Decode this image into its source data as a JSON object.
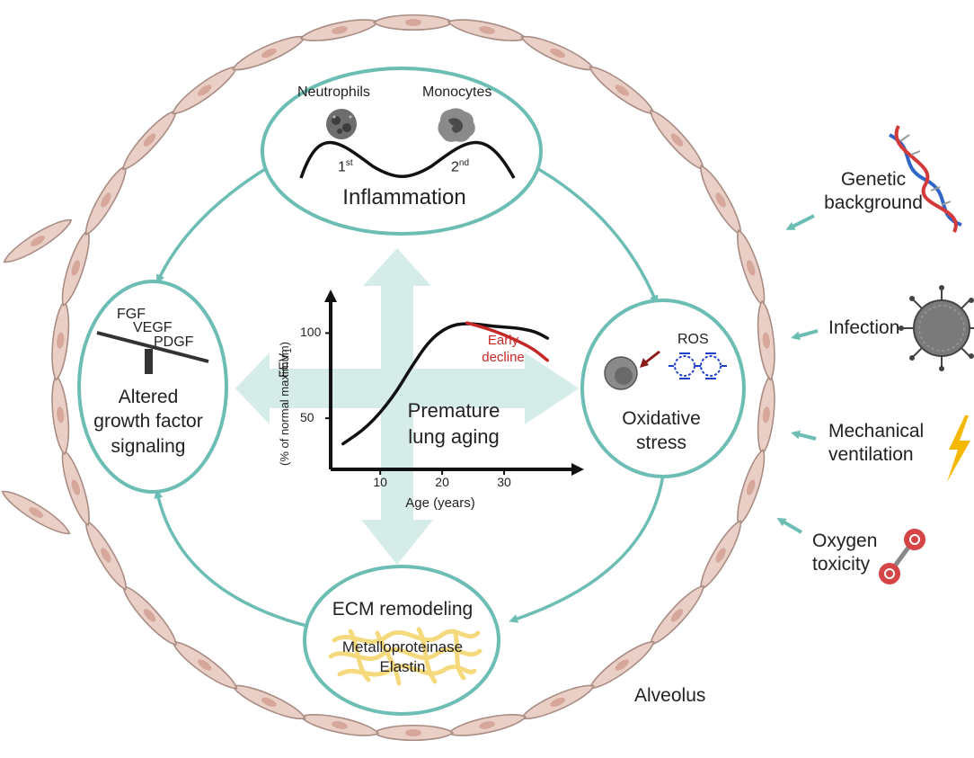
{
  "colors": {
    "teal": "#6cbdb4",
    "cell_fill": "#e9cfc6",
    "cell_stroke": "#a98d84",
    "nucleus": "#d6a79a",
    "axis": "#111111",
    "curve_normal": "#111111",
    "curve_decline": "#c62828",
    "ros_blue": "#1e3fc8",
    "ecm_fiber": "#f4d770",
    "bolt": "#f5b800",
    "oxygen": "#d64545"
  },
  "inflammation": {
    "title": "Inflammation",
    "neutrophils": "Neutrophils",
    "monocytes": "Monocytes",
    "first": "1",
    "first_sup": "st",
    "second": "2",
    "second_sup": "nd"
  },
  "growth_factor": {
    "fgf": "FGF",
    "vegf": "VEGF",
    "pdgf": "PDGF",
    "title_line1": "Altered",
    "title_line2": "growth factor",
    "title_line3": "signaling"
  },
  "oxidative": {
    "ros": "ROS",
    "title_line1": "Oxidative",
    "title_line2": "stress"
  },
  "ecm": {
    "title": "ECM remodeling",
    "line1": "Metalloproteinase",
    "line2": "Elastin"
  },
  "center": {
    "line1": "Premature",
    "line2": "lung aging"
  },
  "alveolus": "Alveolus",
  "factors": {
    "genetic_line1": "Genetic",
    "genetic_line2": "background",
    "infection": "Infection",
    "mechanical_line1": "Mechanical",
    "mechanical_line2": "ventilation",
    "oxygen_line1": "Oxygen",
    "oxygen_line2": "toxicity"
  },
  "chart_data": {
    "type": "line",
    "ylabel": "FEV",
    "ylabel_sub": "1",
    "ylabel_line2": "(% of normal maximum)",
    "xlabel": "Age (years)",
    "x_ticks": [
      10,
      20,
      30
    ],
    "y_ticks": [
      50,
      100
    ],
    "xlim": [
      2,
      40
    ],
    "ylim": [
      20,
      115
    ],
    "annotation": "Early\ndecline",
    "annotation_line1": "Early",
    "annotation_line2": "decline",
    "series": [
      {
        "values": [
          [
            4,
            35
          ],
          [
            8,
            45
          ],
          [
            12,
            62
          ],
          [
            15,
            80
          ],
          [
            18,
            96
          ],
          [
            21,
            104
          ],
          [
            24,
            106
          ],
          [
            28,
            104
          ],
          [
            32,
            103
          ],
          [
            35,
            101
          ],
          [
            37,
            97
          ]
        ]
      },
      {
        "values": [
          [
            24,
            106
          ],
          [
            27,
            103
          ],
          [
            30,
            99
          ],
          [
            33,
            94
          ],
          [
            35,
            90
          ],
          [
            37,
            84
          ]
        ]
      }
    ]
  }
}
